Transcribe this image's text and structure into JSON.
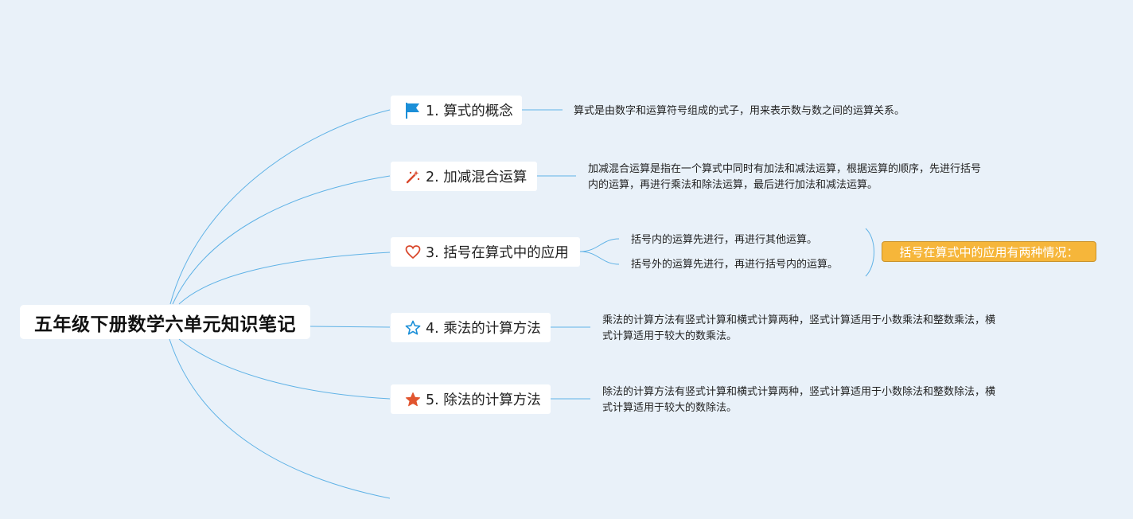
{
  "root": {
    "label": "五年级下册数学六单元知识笔记"
  },
  "topics": [
    {
      "label": "1. 算式的概念",
      "icon": "flag-icon",
      "color": "#1b8fd8",
      "details": [
        "算式是由数字和运算符号组成的式子，用来表示数与数之间的运算关系。"
      ]
    },
    {
      "label": "2. 加减混合运算",
      "icon": "magic-wand-icon",
      "color": "#d9472b",
      "details": [
        "加减混合运算是指在一个算式中同时有加法和减法运算，根据运算的顺序，先进行括号内的运算，再进行乘法和除法运算，最后进行加法和减法运算。"
      ]
    },
    {
      "label": "3. 括号在算式中的应用",
      "icon": "heart-icon",
      "color": "#d9472b",
      "details": [
        "括号内的运算先进行，再进行其他运算。",
        "括号外的运算先进行，再进行括号内的运算。"
      ],
      "summary": "括号在算式中的应用有两种情况："
    },
    {
      "label": "4. 乘法的计算方法",
      "icon": "star-outline-icon",
      "color": "#1b8fd8",
      "details": [
        "乘法的计算方法有竖式计算和横式计算两种，竖式计算适用于小数乘法和整数乘法，横式计算适用于较大的数乘法。"
      ]
    },
    {
      "label": "5. 除法的计算方法",
      "icon": "star-filled-icon",
      "color": "#e1552f",
      "details": [
        "除法的计算方法有竖式计算和横式计算两种，竖式计算适用于小数除法和整数除法，横式计算适用于较大的数除法。"
      ]
    }
  ],
  "colors": {
    "line": "#5fb2e6",
    "background": "#e9f1f9",
    "summary": "#f6b63a"
  }
}
